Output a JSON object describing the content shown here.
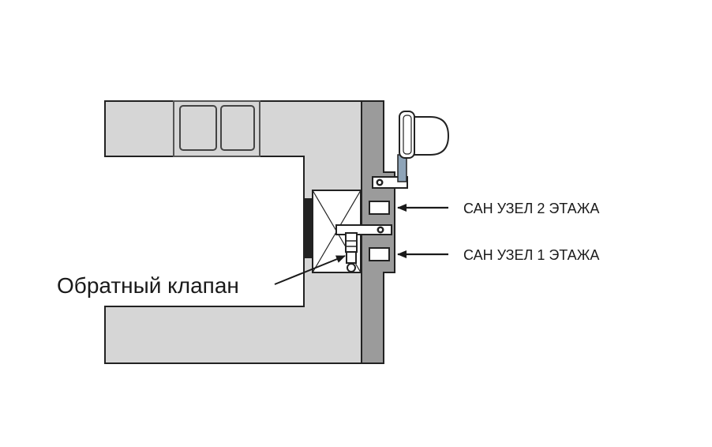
{
  "labels": {
    "floor2": "САН УЗЕЛ 2 ЭТАЖА",
    "floor1": "САН УЗЕЛ 1 ЭТАЖА",
    "check_valve": "Обратный клапан"
  },
  "colors": {
    "counter_fill": "#d6d6d6",
    "wall_fill": "#9b9b9b",
    "outline": "#222222",
    "pipe": "#8ea4b8",
    "background": "#ffffff"
  },
  "icons": {
    "sink": "double-sink-icon",
    "toilet": "toilet-icon",
    "valve": "check-valve-icon"
  }
}
